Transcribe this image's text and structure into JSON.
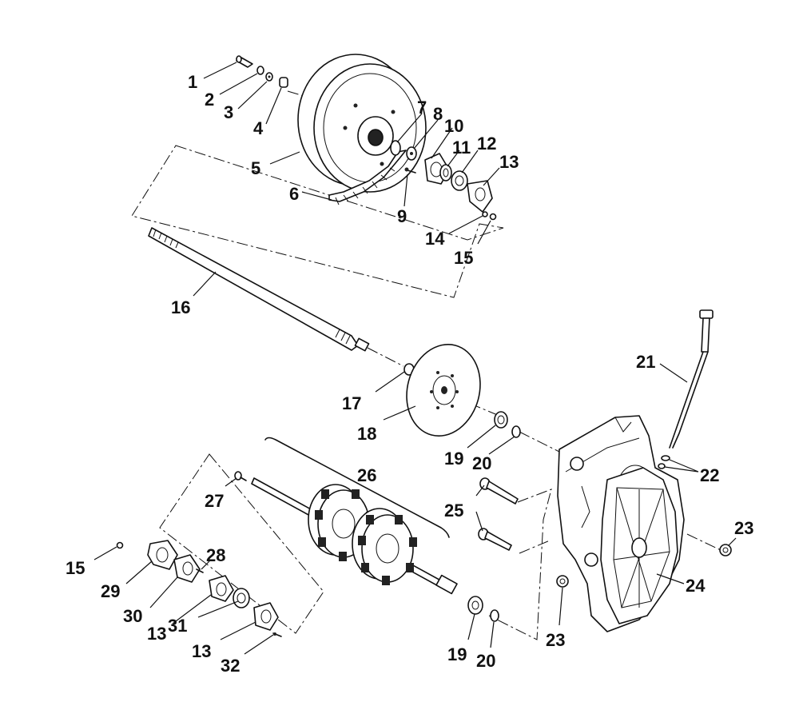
{
  "callouts": [
    {
      "id": "c1",
      "label": "1"
    },
    {
      "id": "c2",
      "label": "2"
    },
    {
      "id": "c3",
      "label": "3"
    },
    {
      "id": "c4",
      "label": "4"
    },
    {
      "id": "c5",
      "label": "5"
    },
    {
      "id": "c6",
      "label": "6"
    },
    {
      "id": "c7",
      "label": "7"
    },
    {
      "id": "c8",
      "label": "8"
    },
    {
      "id": "c9",
      "label": "9"
    },
    {
      "id": "c10",
      "label": "10"
    },
    {
      "id": "c11",
      "label": "11"
    },
    {
      "id": "c12",
      "label": "12"
    },
    {
      "id": "c13a",
      "label": "13"
    },
    {
      "id": "c14",
      "label": "14"
    },
    {
      "id": "c15a",
      "label": "15"
    },
    {
      "id": "c16",
      "label": "16"
    },
    {
      "id": "c17",
      "label": "17"
    },
    {
      "id": "c18",
      "label": "18"
    },
    {
      "id": "c19a",
      "label": "19"
    },
    {
      "id": "c20a",
      "label": "20"
    },
    {
      "id": "c21",
      "label": "21"
    },
    {
      "id": "c22",
      "label": "22"
    },
    {
      "id": "c23a",
      "label": "23"
    },
    {
      "id": "c24",
      "label": "24"
    },
    {
      "id": "c25",
      "label": "25"
    },
    {
      "id": "c26",
      "label": "26"
    },
    {
      "id": "c27",
      "label": "27"
    },
    {
      "id": "c28",
      "label": "28"
    },
    {
      "id": "c15b",
      "label": "15"
    },
    {
      "id": "c29",
      "label": "29"
    },
    {
      "id": "c30",
      "label": "30"
    },
    {
      "id": "c13b",
      "label": "13"
    },
    {
      "id": "c31",
      "label": "31"
    },
    {
      "id": "c13c",
      "label": "13"
    },
    {
      "id": "c32",
      "label": "32"
    },
    {
      "id": "c19b",
      "label": "19"
    },
    {
      "id": "c20b",
      "label": "20"
    },
    {
      "id": "c23b",
      "label": "23"
    }
  ]
}
